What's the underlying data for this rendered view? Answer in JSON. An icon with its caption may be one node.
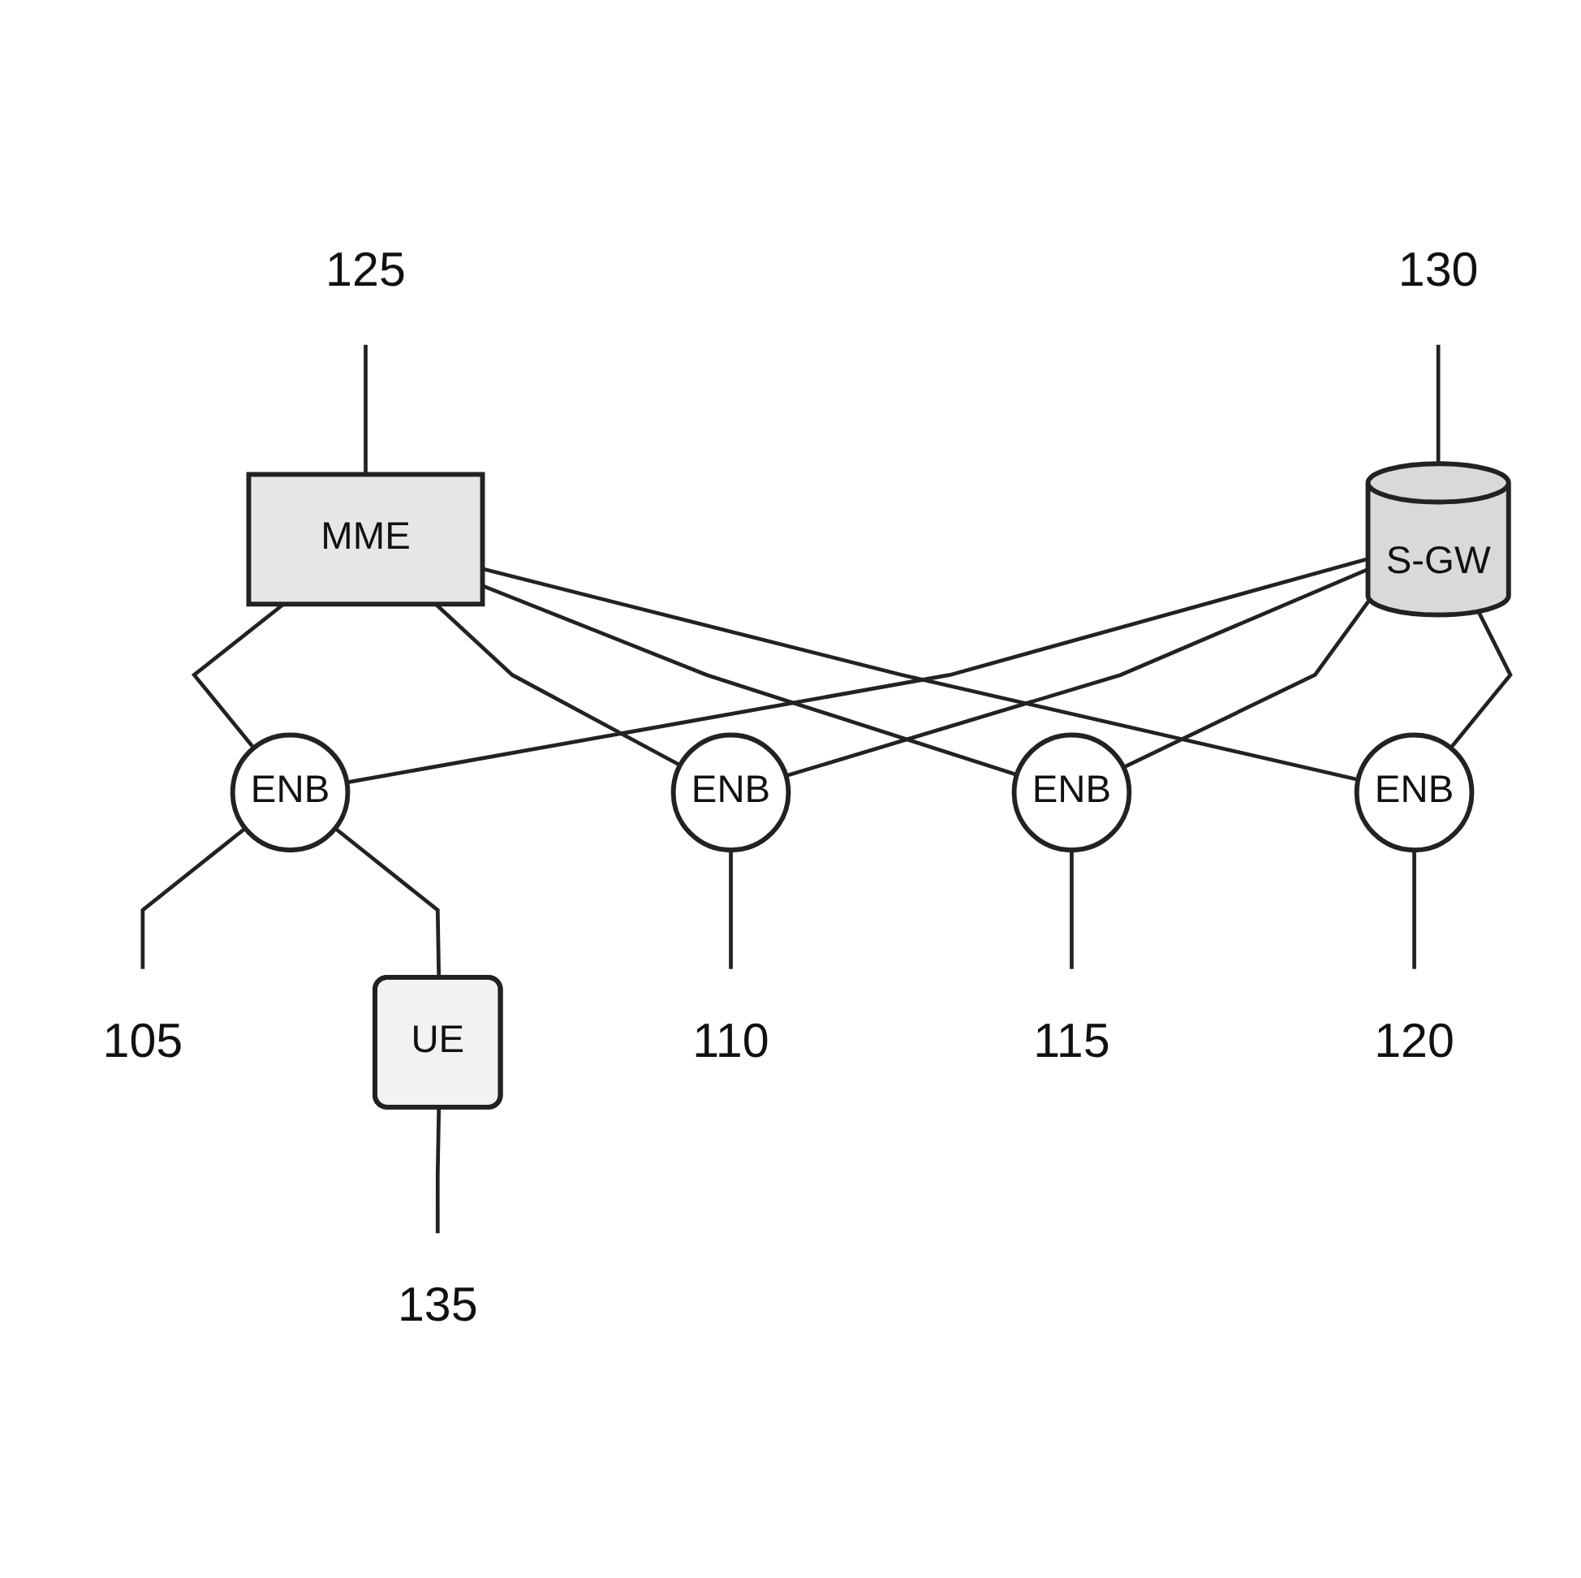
{
  "diagram": {
    "nodes": [
      {
        "text": [
          "125"
        ]
      },
      {
        "text": [
          "MME"
        ]
      },
      {
        "text": [
          "130"
        ]
      },
      {
        "text": [
          "S-GW"
        ]
      },
      {
        "text": [
          "105"
        ]
      },
      {
        "text": [
          "ENB"
        ]
      },
      {
        "text": [
          "110"
        ]
      },
      {
        "text": [
          "ENB"
        ]
      },
      {
        "text": [
          "115"
        ]
      },
      {
        "text": [
          "ENB"
        ]
      },
      {
        "text": [
          "120"
        ]
      },
      {
        "text": [
          "ENB"
        ]
      },
      {
        "text": [
          "135"
        ]
      },
      {
        "text": [
          "UE"
        ]
      }
    ],
    "edges": [
      {
        "from": 0,
        "to": 1,
        "arrow": "none"
      },
      {
        "from": 2,
        "to": 3,
        "arrow": "none"
      },
      {
        "from": 1,
        "to": 5,
        "arrow": "none"
      },
      {
        "from": 1,
        "to": 7,
        "arrow": "none"
      },
      {
        "from": 1,
        "to": 9,
        "arrow": "none"
      },
      {
        "from": 1,
        "to": 11,
        "arrow": "none"
      },
      {
        "from": 3,
        "to": 5,
        "arrow": "none"
      },
      {
        "from": 3,
        "to": 7,
        "arrow": "none"
      },
      {
        "from": 3,
        "to": 9,
        "arrow": "none"
      },
      {
        "from": 3,
        "to": 11,
        "arrow": "none"
      },
      {
        "from": 4,
        "to": 5,
        "arrow": "none"
      },
      {
        "from": 6,
        "to": 7,
        "arrow": "none"
      },
      {
        "from": 8,
        "to": 9,
        "arrow": "none"
      },
      {
        "from": 10,
        "to": 11,
        "arrow": "none"
      },
      {
        "from": 13,
        "to": 5,
        "arrow": "none"
      },
      {
        "from": 12,
        "to": 13,
        "arrow": "none"
      }
    ]
  }
}
